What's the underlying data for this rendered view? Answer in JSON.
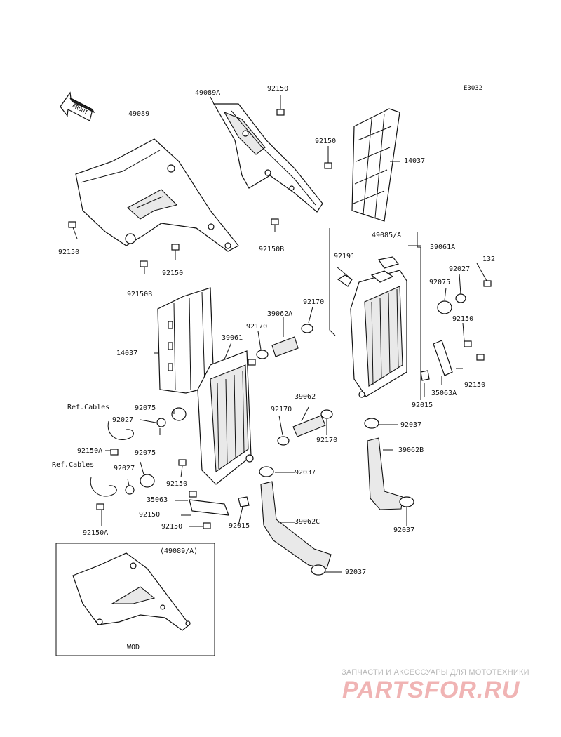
{
  "diagram_code": "E3032",
  "front_arrow_label": "FRONT",
  "inset": {
    "title": "(49089/A)",
    "caption": "WOD"
  },
  "watermark": {
    "tagline": "ЗАПЧАСТИ И АКСЕССУАРЫ ДЛЯ МОТОТЕХНИКИ",
    "logo": "PARTSFOR.RU"
  },
  "labels": {
    "p49089": "49089",
    "p49089A": "49089A",
    "p92150_top": "92150",
    "p92150_mid_top": "92150",
    "p14037_right": "14037",
    "p92150_left": "92150",
    "p92150B_mid": "92150B",
    "p92150_shroud": "92150",
    "p92150B_left": "92150B",
    "p49085A": "49085/A",
    "p39061A": "39061A",
    "p92191": "92191",
    "p132": "132",
    "p92027_right": "92027",
    "p92075_right": "92075",
    "p92170_a": "92170",
    "p39062A": "39062A",
    "p92170_b": "92170",
    "p92150_right": "92150",
    "p14037_left": "14037",
    "p39061": "39061",
    "p92150_bracket": "92150",
    "p35063A": "35063A",
    "p92015_right": "92015",
    "p39062": "39062",
    "p92170_c": "92170",
    "p92170_d": "92170",
    "ref_cables_1": "Ref.Cables",
    "p92027_left1": "92027",
    "p92075_left1": "92075",
    "p92037_a": "92037",
    "p39062B": "39062B",
    "p92150A_1": "92150A",
    "p92075_left2": "92075",
    "ref_cables_2": "Ref.Cables",
    "p92027_left2": "92027",
    "p92150_low": "92150",
    "p92037_b": "92037",
    "p35063": "35063",
    "p92150_low2": "92150",
    "p92015_left": "92015",
    "p39062C": "39062C",
    "p92150_low3": "92150",
    "p92150A_2": "92150A",
    "p92037_c": "92037",
    "p92037_d": "92037"
  }
}
